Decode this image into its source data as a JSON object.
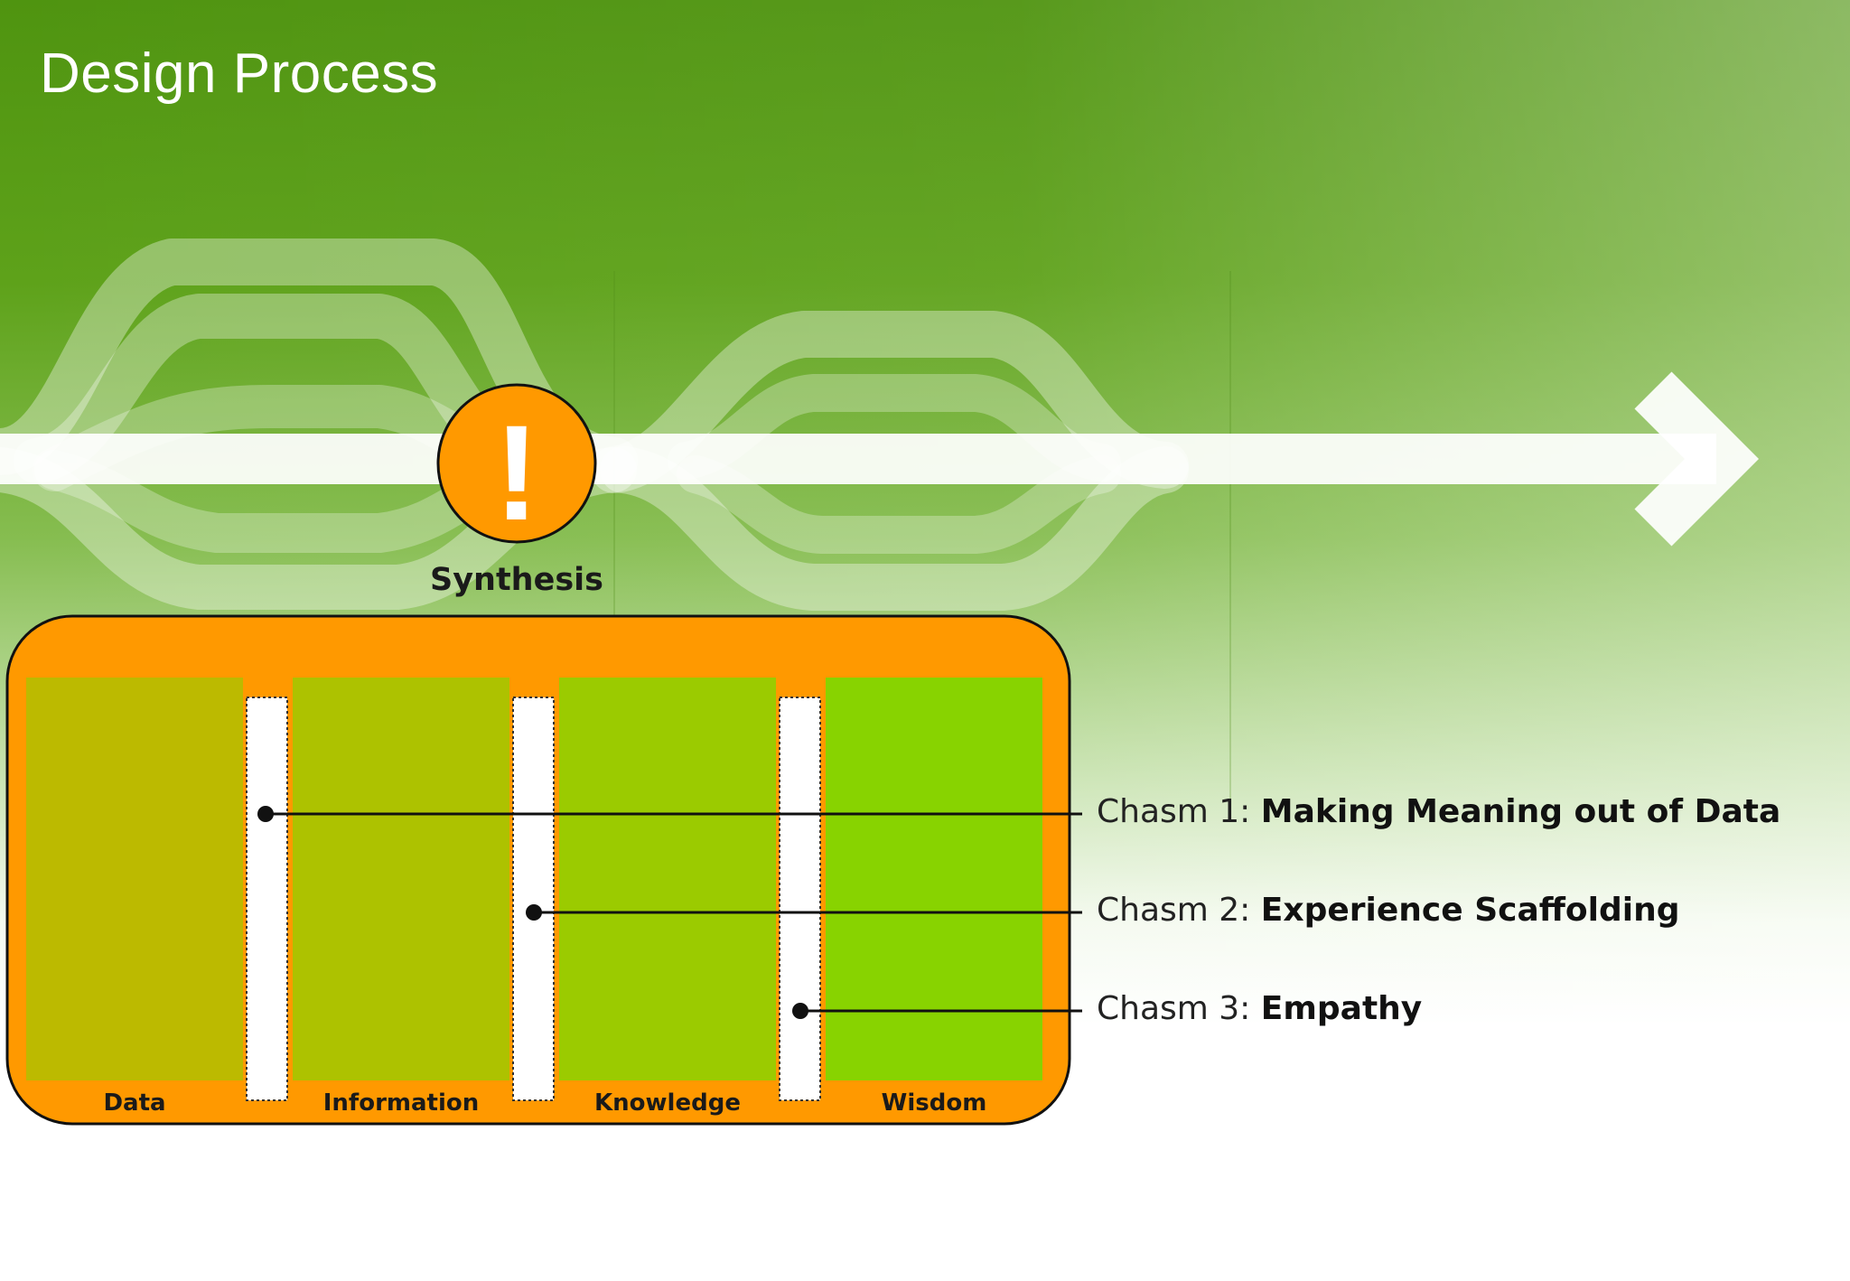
{
  "title": "Design Process",
  "synthesis": {
    "icon_glyph": "!",
    "label": "Synthesis",
    "icon": "exclamation-icon"
  },
  "stages": [
    {
      "label": "Data",
      "color": "#bcba00"
    },
    {
      "label": "Information",
      "color": "#adc200"
    },
    {
      "label": "Knowledge",
      "color": "#9bcb00"
    },
    {
      "label": "Wisdom",
      "color": "#88d300"
    }
  ],
  "chasms": [
    {
      "prefix": "Chasm 1:",
      "name": "Making Meaning out of Data"
    },
    {
      "prefix": "Chasm 2:",
      "name": "Experience Scaffolding"
    },
    {
      "prefix": "Chasm 3:",
      "name": "Empathy"
    }
  ],
  "colors": {
    "background_green": "#5a9e16",
    "accent_orange": "#ff9900",
    "outline": "#111111"
  }
}
